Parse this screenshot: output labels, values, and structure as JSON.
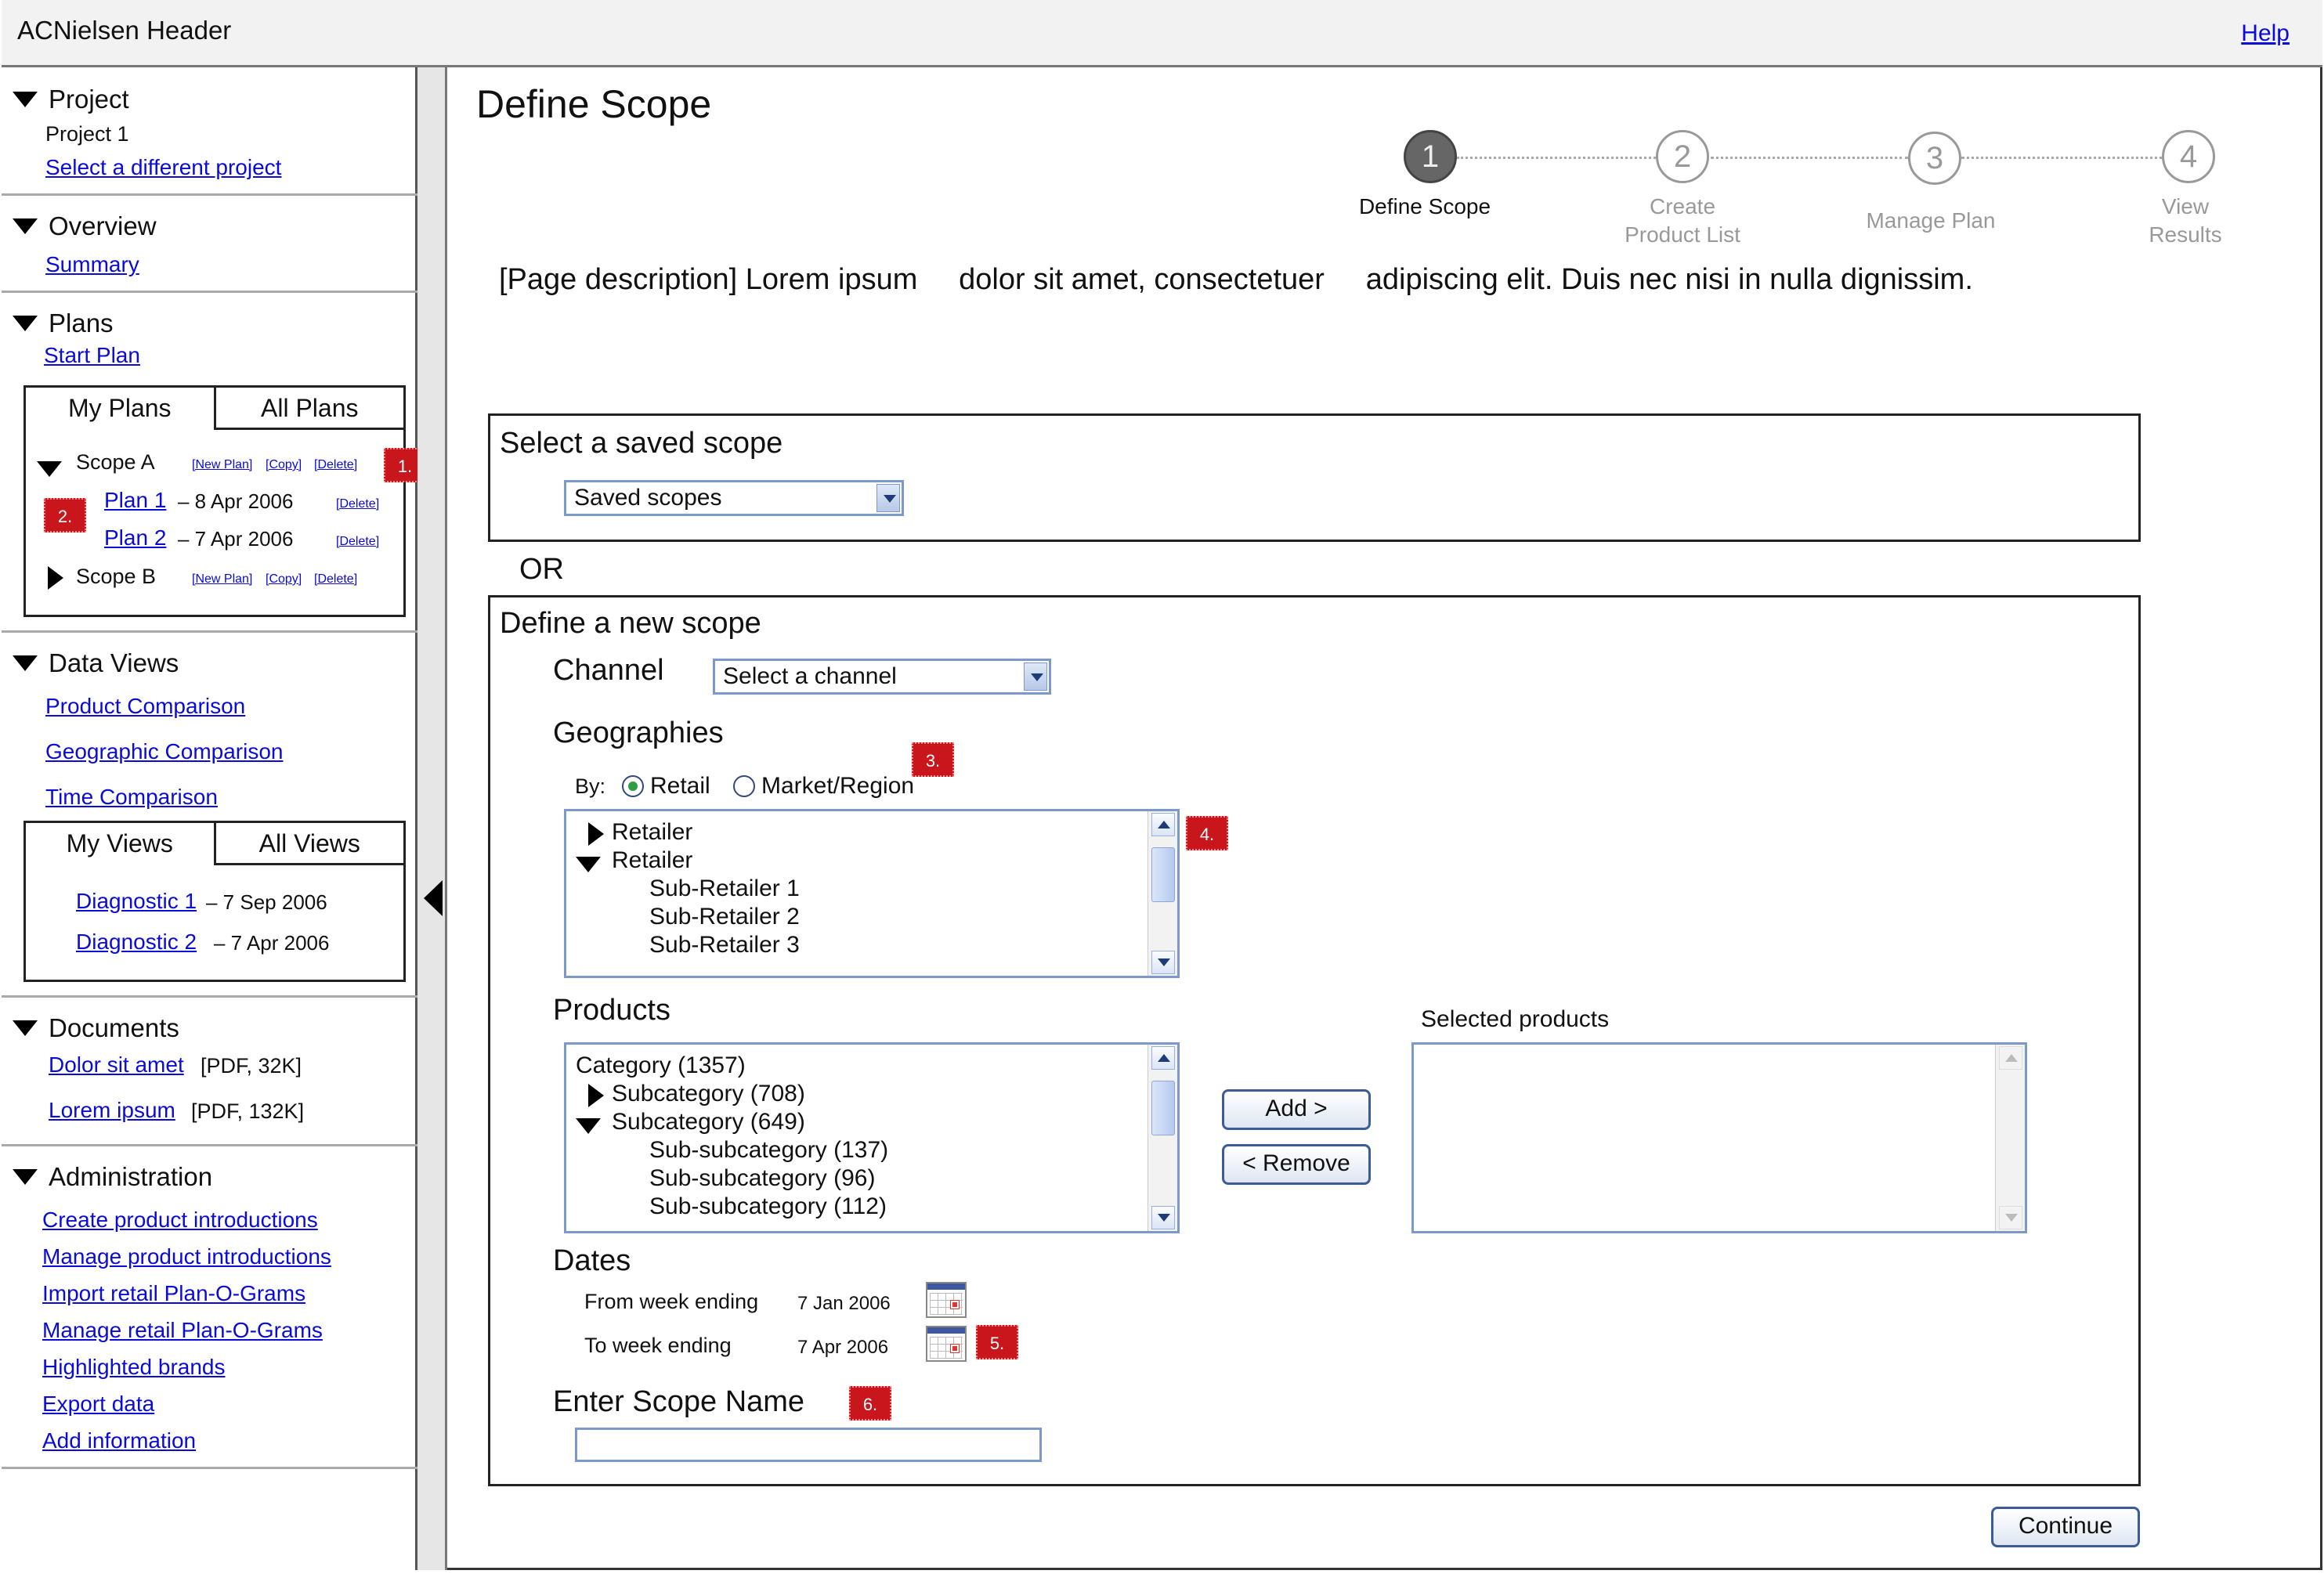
{
  "header": {
    "title": "ACNielsen Header",
    "help": "Help"
  },
  "sidebar": {
    "project": {
      "title": "Project",
      "name": "Project 1",
      "link": "Select a different project"
    },
    "overview": {
      "title": "Overview",
      "summary": "Summary"
    },
    "plans": {
      "title": "Plans",
      "start": "Start Plan",
      "tabs": [
        "My Plans",
        "All Plans"
      ],
      "scope_a": "Scope A",
      "scope_b": "Scope B",
      "new_plan": "[New Plan]",
      "copy": "[Copy]",
      "delete": "[Delete]",
      "plan1": "Plan 1",
      "plan1_date": "– 8 Apr 2006",
      "plan2": "Plan 2",
      "plan2_date": "– 7 Apr 2006"
    },
    "data_views": {
      "title": "Data Views",
      "links": [
        "Product Comparison",
        "Geographic Comparison",
        "Time Comparison"
      ],
      "tabs": [
        "My Views",
        "All Views"
      ],
      "diag1": "Diagnostic 1",
      "diag1_date": "– 7 Sep 2006",
      "diag2": "Diagnostic 2",
      "diag2_date": "– 7 Apr 2006"
    },
    "documents": {
      "title": "Documents",
      "doc1": "Dolor sit amet",
      "doc1_meta": "[PDF, 32K]",
      "doc2": "Lorem ipsum",
      "doc2_meta": "[PDF, 132K]"
    },
    "administration": {
      "title": "Administration",
      "links": [
        "Create product introductions",
        "Manage product introductions",
        "Import retail Plan-O-Grams",
        "Manage retail Plan-O-Grams",
        "Highlighted brands",
        "Export data",
        "Add information"
      ]
    }
  },
  "markers": [
    "1.",
    "2.",
    "3.",
    "4.",
    "5.",
    "6."
  ],
  "main": {
    "title": "Define Scope",
    "steps": [
      {
        "num": "1",
        "label": "Define Scope"
      },
      {
        "num": "2",
        "label": "Create\nProduct List"
      },
      {
        "num": "3",
        "label": "Manage Plan"
      },
      {
        "num": "4",
        "label": "View\nResults"
      }
    ],
    "description": "[Page description] Lorem ipsum     dolor sit amet, consectetuer     adipiscing elit. Duis nec nisi in nulla dignissim.",
    "saved": {
      "title": "Select a saved scope",
      "dropdown": "Saved scopes"
    },
    "or": "OR",
    "new_scope": {
      "title": "Define a new scope",
      "channel_label": "Channel",
      "channel_value": "Select a channel",
      "geographies": "Geographies",
      "by": "By:",
      "radio_retail": "Retail",
      "radio_market": "Market/Region",
      "geo_items": [
        "Retailer",
        "Retailer",
        "Sub-Retailer 1",
        "Sub-Retailer 2",
        "Sub-Retailer 3"
      ],
      "products": "Products",
      "product_items": [
        "Category (1357)",
        "Subcategory (708)",
        "Subcategory (649)",
        "Sub-subcategory (137)",
        "Sub-subcategory (96)",
        "Sub-subcategory (112)"
      ],
      "add": "Add >",
      "remove": "< Remove",
      "selected_products": "Selected products",
      "dates": "Dates",
      "from_label": "From week ending",
      "from_value": "7 Jan 2006",
      "to_label": "To week ending",
      "to_value": "7 Apr 2006",
      "scope_name": "Enter Scope Name"
    },
    "continue": "Continue"
  }
}
